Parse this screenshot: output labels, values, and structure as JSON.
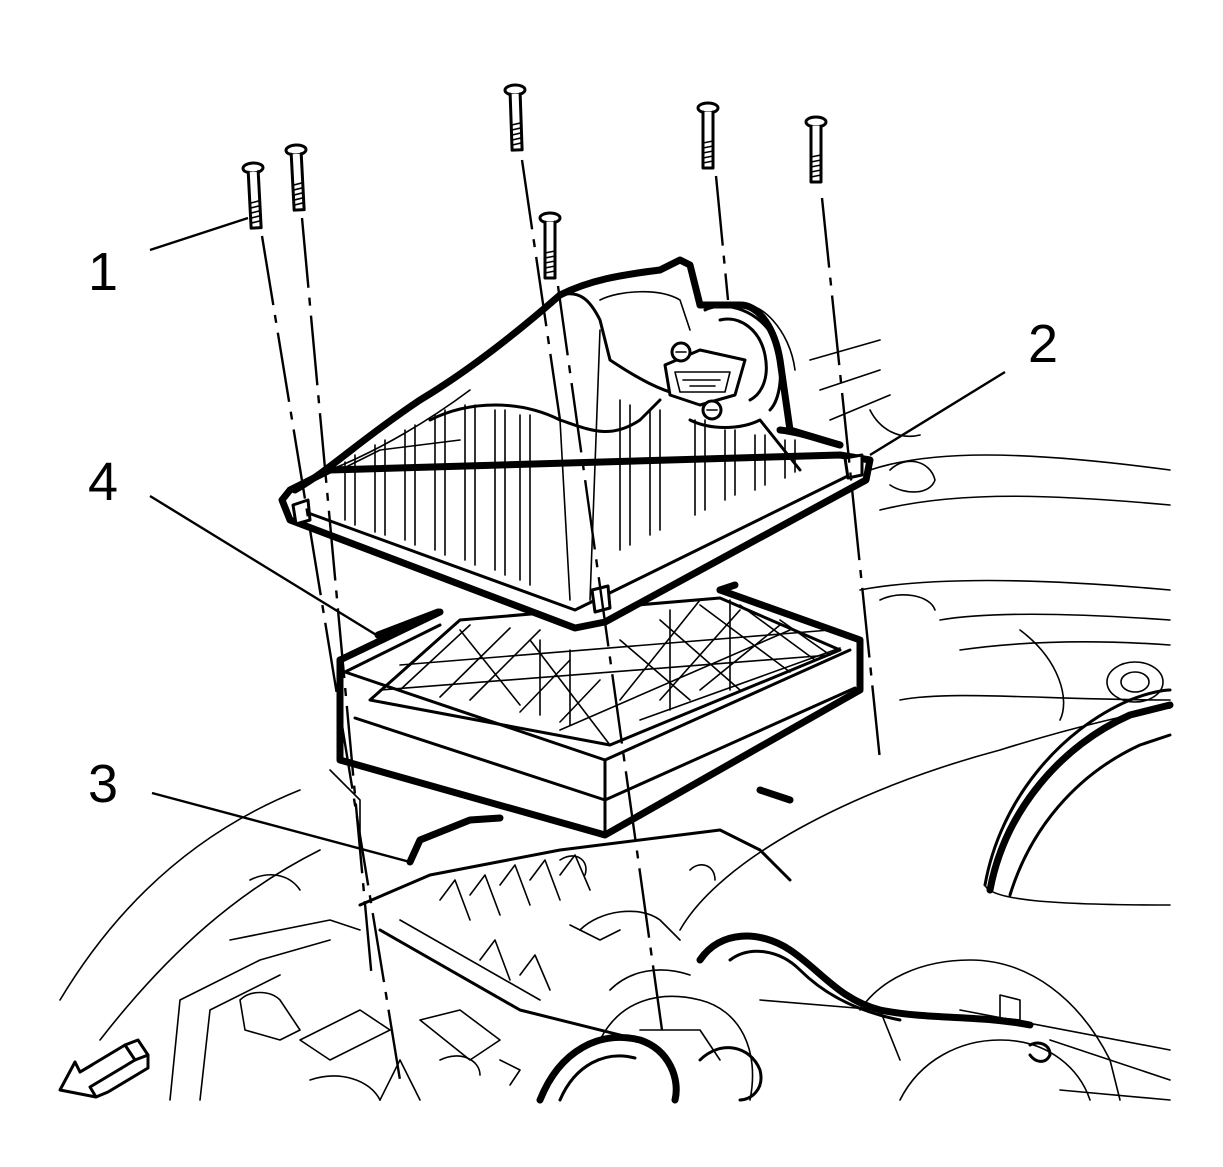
{
  "callouts": {
    "c1": "1",
    "c2": "2",
    "c3": "3",
    "c4": "4"
  },
  "icons": {
    "direction_arrow": "front-direction-arrow-icon"
  },
  "colors": {
    "line": "#000000",
    "background": "#ffffff"
  }
}
